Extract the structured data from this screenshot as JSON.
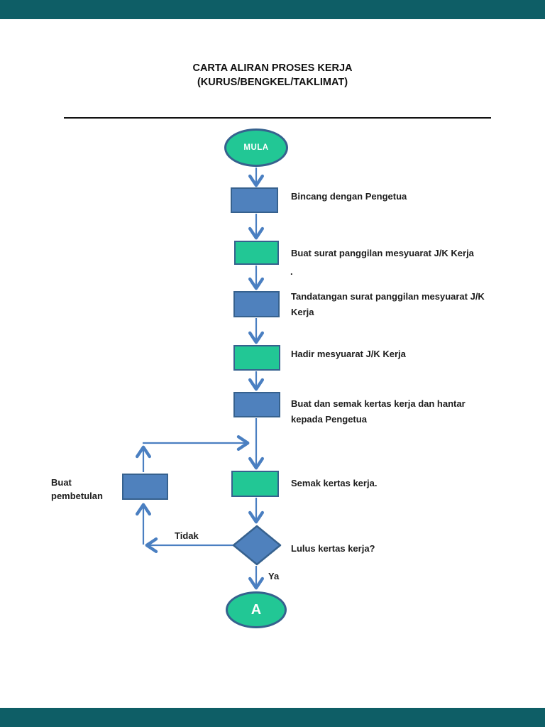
{
  "page": {
    "title_line1": "CARTA ALIRAN PROSES KERJA",
    "title_line2": "(KURUS/BENGKEL/TAKLIMAT)"
  },
  "colors": {
    "frame_bar": "#0e5e66",
    "blue_shape_fill": "#4f81bd",
    "green_shape_fill": "#22c795",
    "shape_border": "#36618e",
    "connector_blue": "#4a7fc1",
    "text": "#1c1c1c"
  },
  "flowchart": {
    "start_label": "MULA",
    "steps": [
      {
        "shape": "blue",
        "label": "Bincang dengan Pengetua"
      },
      {
        "shape": "green",
        "label": "Buat surat panggilan mesyuarat J/K Kerja"
      },
      {
        "shape": "blue",
        "label": "Tandatangan surat panggilan mesyuarat J/K Kerja"
      },
      {
        "shape": "green",
        "label": "Hadir mesyuarat J/K Kerja"
      },
      {
        "shape": "blue",
        "label": "Buat dan semak kertas kerja dan hantar kepada Pengetua"
      },
      {
        "shape": "green",
        "label": "Semak kertas kerja."
      }
    ],
    "stray_period": ".",
    "correction_label": "Buat pembetulan",
    "decision_label": "Lulus kertas kerja?",
    "branch_no_label": "Tidak",
    "branch_yes_label": "Ya",
    "end_label": "A"
  }
}
